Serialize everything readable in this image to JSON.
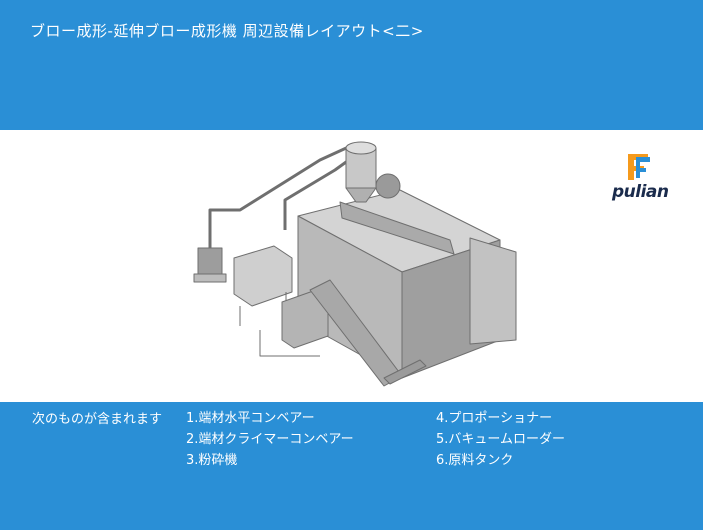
{
  "header": {
    "title": "ブロー成形-延伸ブロー成形機 周辺設備レイアウト<二>"
  },
  "brand": {
    "logo_text": "pulian",
    "logo_colors": {
      "orange": "#f59a1c",
      "blue": "#2a8fd6",
      "navy": "#1a2b4c"
    }
  },
  "colors": {
    "background": "#2a8fd6",
    "stage": "#ffffff",
    "machine": "#b9b9b9"
  },
  "footer": {
    "intro": "次のものが含まれます",
    "column_left": [
      "1.端材水平コンベアー",
      "2.端材クライマーコンベアー",
      "3.粉砕機"
    ],
    "column_right": [
      "4.プロポーショナー",
      "5.バキュームローダー",
      "6.原料タンク"
    ]
  }
}
